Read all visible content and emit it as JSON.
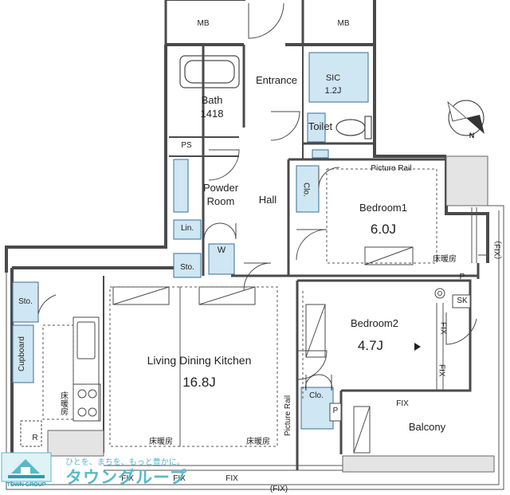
{
  "rooms": {
    "mb_left": "MB",
    "mb_right": "MB",
    "entrance": "Entrance",
    "sic_name": "SIC",
    "sic_area": "1.2J",
    "bath_name": "Bath",
    "bath_size": "1418",
    "toilet": "Toilet",
    "ps": "PS",
    "powder_line1": "Powder",
    "powder_line2": "Room",
    "hall": "Hall",
    "lin": "Lin.",
    "w": "W",
    "sto_center": "Sto.",
    "sto_left": "Sto.",
    "cupboard": "Cupboard",
    "clo_bedroom1": "Clo.",
    "clo_bedroom2": "Clo.",
    "bedroom1_name": "Bedroom1",
    "bedroom1_area": "6.0J",
    "bedroom2_name": "Bedroom2",
    "bedroom2_area": "4.7J",
    "ldk_name": "Living Dining Kitchen",
    "ldk_area": "16.8J",
    "balcony": "Balcony",
    "r": "R",
    "p_upper": "P",
    "p_lower": "P",
    "sk": "SK"
  },
  "annotations": {
    "picture_rail_top": "Picture Rail",
    "picture_rail_side": "Picture Rail",
    "floor_heating_bedroom1": "床暖房",
    "floor_heating_kitchen": "床暖房",
    "floor_heating_ldk_left": "床暖房",
    "floor_heating_ldk_right": "床暖房",
    "fix_right_outer": "（FIX）",
    "fix_bedroom2_a": "FIX",
    "fix_bedroom2_b": "FIX",
    "fix_balcony": "FIX",
    "fix_bottom_1": "FIX",
    "fix_bottom_2": "FIX",
    "fix_bottom_3": "FIX",
    "fix_bottom_outer": "(FIX)"
  },
  "compass": {
    "label": "N"
  },
  "brand": {
    "tagline": "ひとを、まちを、もっと豊かに。",
    "name": "タウングループ",
    "logo_text": "TOWN GROUP",
    "color": "#58b9c9"
  },
  "colors": {
    "wall": "#4a4a4a",
    "fixture_fill": "#cfe6f3",
    "fixture_stroke": "#3a6f93",
    "dashed": "#555555"
  }
}
